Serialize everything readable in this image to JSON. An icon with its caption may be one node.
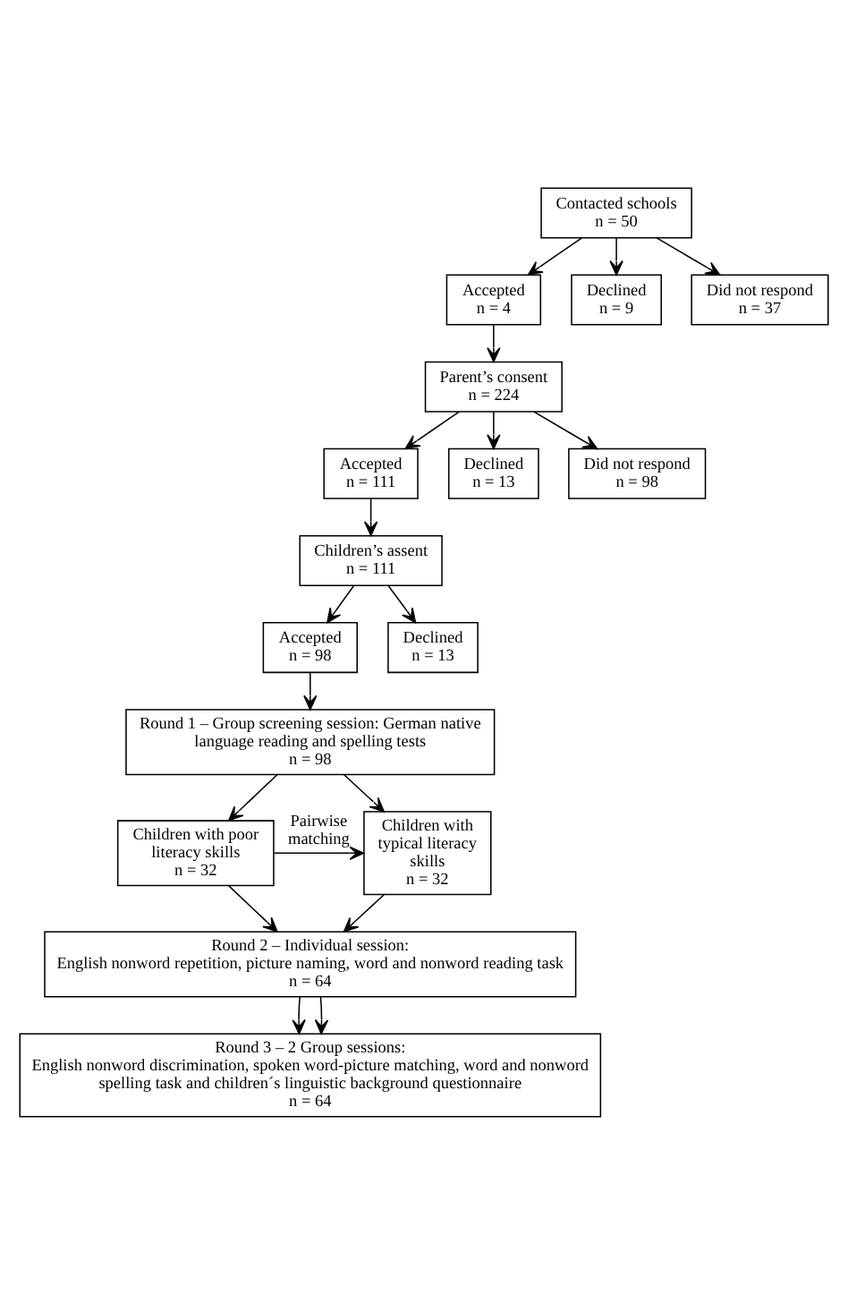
{
  "diagram": {
    "nodes": [
      {
        "text": [
          "Contacted schools",
          "n = 50"
        ]
      },
      {
        "text": [
          "Accepted",
          "n = 4"
        ]
      },
      {
        "text": [
          "Declined",
          "n = 9"
        ]
      },
      {
        "text": [
          "Did not respond",
          "n = 37"
        ]
      },
      {
        "text": [
          "Parent’s consent",
          "n = 224"
        ]
      },
      {
        "text": [
          "Accepted",
          "n = 111"
        ]
      },
      {
        "text": [
          "Declined",
          "n = 13"
        ]
      },
      {
        "text": [
          "Did not respond",
          "n = 98"
        ]
      },
      {
        "text": [
          "Children’s assent",
          "n = 111"
        ]
      },
      {
        "text": [
          "Accepted",
          "n = 98"
        ]
      },
      {
        "text": [
          "Declined",
          "n = 13"
        ]
      },
      {
        "text": [
          "Round 1 – Group screening session: German native language reading and spelling tests",
          "n = 98"
        ]
      },
      {
        "text": [
          "Children with poor literacy skills",
          "n = 32"
        ]
      },
      {
        "text": [
          "Children with typical literacy skills",
          "n = 32"
        ]
      },
      {
        "text": [
          "Round 2 – Individual session:",
          "English nonword repetition, picture naming, word and nonword reading task",
          "n = 64"
        ]
      },
      {
        "text": [
          "Round 3 – 2 Group sessions:",
          "English nonword discrimination, spoken word-picture matching, word and nonword spelling task and children´s linguistic background questionnaire",
          "n = 64"
        ]
      }
    ],
    "edges": [
      {
        "from": 0,
        "to": 1,
        "arrow": "to"
      },
      {
        "from": 0,
        "to": 2,
        "arrow": "to"
      },
      {
        "from": 0,
        "to": 3,
        "arrow": "to"
      },
      {
        "from": 1,
        "to": 4,
        "arrow": "to"
      },
      {
        "from": 4,
        "to": 5,
        "arrow": "to"
      },
      {
        "from": 4,
        "to": 6,
        "arrow": "to"
      },
      {
        "from": 4,
        "to": 7,
        "arrow": "to"
      },
      {
        "from": 5,
        "to": 8,
        "arrow": "to"
      },
      {
        "from": 8,
        "to": 9,
        "arrow": "to"
      },
      {
        "from": 8,
        "to": 10,
        "arrow": "to"
      },
      {
        "from": 9,
        "to": 11,
        "arrow": "to"
      },
      {
        "from": 11,
        "to": 12,
        "arrow": "to"
      },
      {
        "from": 11,
        "to": 13,
        "arrow": "to"
      },
      {
        "from": 12,
        "to": 13,
        "arrow": "to",
        "label": "Pairwise matching"
      },
      {
        "from": 12,
        "to": 14,
        "arrow": "to"
      },
      {
        "from": 13,
        "to": 14,
        "arrow": "to"
      },
      {
        "from": 14,
        "to": 15,
        "arrow": "to"
      },
      {
        "from": 14,
        "to": 15,
        "arrow": "to"
      }
    ]
  }
}
